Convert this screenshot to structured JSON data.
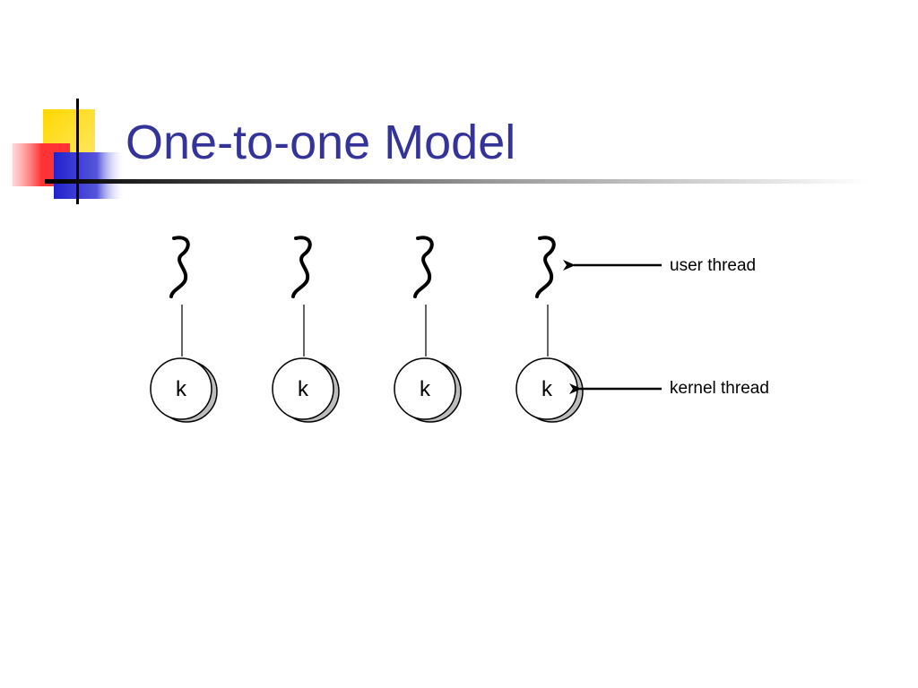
{
  "slide": {
    "title": "One-to-one Model",
    "accent_colors": {
      "title": "#333399",
      "yellow": "#FFD700",
      "red": "#FF3333",
      "blue": "#3333CC"
    }
  },
  "diagram": {
    "pairs": [
      {
        "user_icon": "squiggle-thread-icon",
        "kernel_label": "k"
      },
      {
        "user_icon": "squiggle-thread-icon",
        "kernel_label": "k"
      },
      {
        "user_icon": "squiggle-thread-icon",
        "kernel_label": "k"
      },
      {
        "user_icon": "squiggle-thread-icon",
        "kernel_label": "k"
      }
    ],
    "legend": {
      "user_thread": "user thread",
      "kernel_thread": "kernel thread"
    }
  }
}
